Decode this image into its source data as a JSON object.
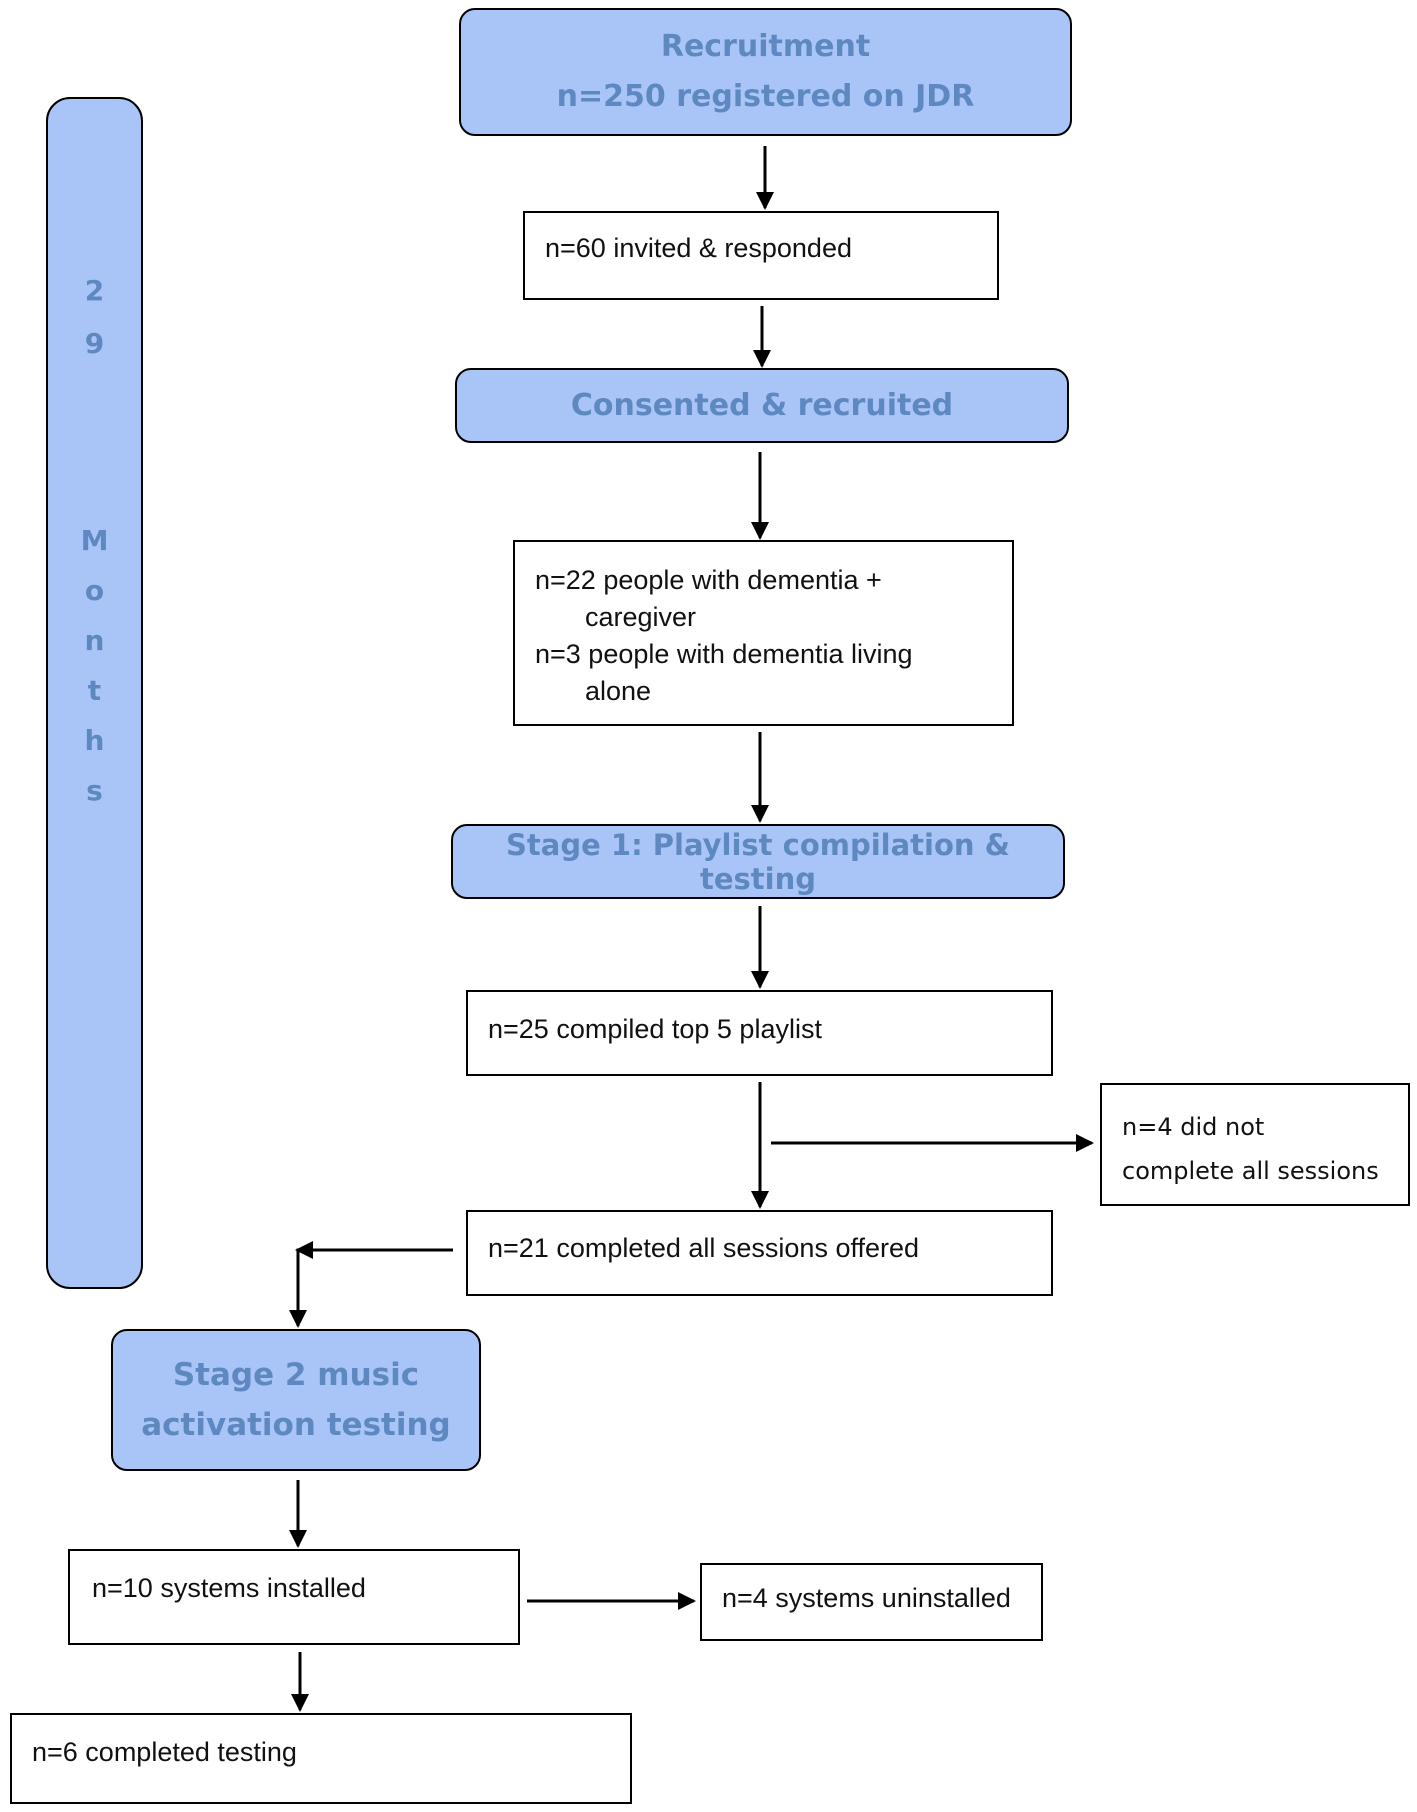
{
  "side_label": {
    "digits": [
      "2",
      "9"
    ],
    "word": [
      "M",
      "o",
      "n",
      "t",
      "h",
      "s"
    ]
  },
  "nodes": {
    "recruitment": {
      "line1": "Recruitment",
      "line2": "n=250 registered on JDR"
    },
    "invited": {
      "text": "n=60 invited & responded"
    },
    "consented": {
      "text": "Consented & recruited"
    },
    "participants": {
      "line1": "n=22 people with dementia +",
      "line2": "caregiver",
      "line3": "n=3 people with dementia living",
      "line4": "alone"
    },
    "stage1": {
      "text": "Stage 1: Playlist compilation & testing"
    },
    "compiled": {
      "text": "n=25 compiled top 5 playlist"
    },
    "dropout": {
      "line1": "n=4 did not",
      "line2": "complete all sessions"
    },
    "completed_sessions": {
      "text": "n=21 completed all sessions offered"
    },
    "stage2": {
      "line1": "Stage 2 music",
      "line2": "activation testing"
    },
    "installed": {
      "text": "n=10 systems installed"
    },
    "uninstalled": {
      "text": "n=4 systems uninstalled"
    },
    "completed_testing": {
      "text": "n=6 completed testing"
    }
  },
  "colors": {
    "box_fill": "#a9c5f7",
    "box_text": "#5e88c0",
    "border": "#000000"
  }
}
